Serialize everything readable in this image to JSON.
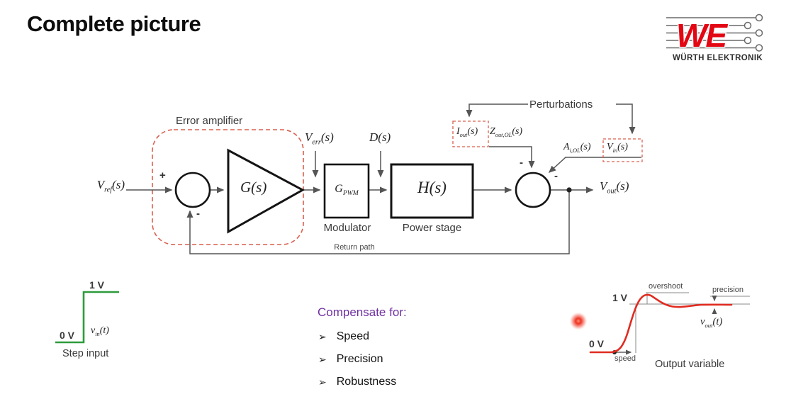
{
  "slide": {
    "title": "Complete picture"
  },
  "logo": {
    "brand": "WE",
    "name": "WÜRTH ELEKTRONIK",
    "brand_color": "#e30613"
  },
  "diagram": {
    "error_amplifier_label": "Error amplifier",
    "perturbations_label": "Perturbations",
    "modulator_label": "Modulator",
    "power_stage_label": "Power stage",
    "return_path_label": "Return path",
    "signs": {
      "plus": "+",
      "minus1": "-",
      "minus2": "-",
      "minus3": "-"
    },
    "dashed_color": "#d9604f",
    "formulas": {
      "v_ref": {
        "base": "V",
        "sub": "ref",
        "arg": "(s)"
      },
      "g": {
        "base": "G",
        "sub": "",
        "arg": "(s)"
      },
      "v_err": {
        "base": "V",
        "sub": "err",
        "arg": "(s)"
      },
      "d": {
        "base": "D",
        "sub": "",
        "arg": "(s)"
      },
      "g_pwm": {
        "base": "G",
        "sub": "PWM",
        "arg": ""
      },
      "h": {
        "base": "H",
        "sub": "",
        "arg": "(s)"
      },
      "i_out": {
        "base": "I",
        "sub": "out",
        "arg": "(s)"
      },
      "z_out": {
        "base": "Z",
        "sub": "out,OL",
        "arg": "(s)"
      },
      "a_ol": {
        "base": "A",
        "sub": "i,OL",
        "arg": "(s)"
      },
      "v_in": {
        "base": "V",
        "sub": "in",
        "arg": "(s)"
      },
      "v_out": {
        "base": "V",
        "sub": "out",
        "arg": "(s)"
      }
    }
  },
  "step_input": {
    "high_label": "1 V",
    "low_label": "0 V",
    "signal": {
      "base": "v",
      "sub": "in",
      "arg": "(t)"
    },
    "caption": "Step input",
    "color": "#2e9b3b"
  },
  "output_graph": {
    "high_label": "1 V",
    "low_label": "0 V",
    "overshoot_label": "overshoot",
    "precision_label": "precision",
    "speed_label": "speed",
    "signal": {
      "base": "v",
      "sub": "out",
      "arg": "(t)"
    },
    "caption": "Output variable",
    "curve_color": "#e02b20"
  },
  "compensate": {
    "heading": "Compensate for:",
    "heading_color": "#7030a0",
    "bullet_glyph": "➢",
    "items": [
      "Speed",
      "Precision",
      "Robustness"
    ]
  }
}
